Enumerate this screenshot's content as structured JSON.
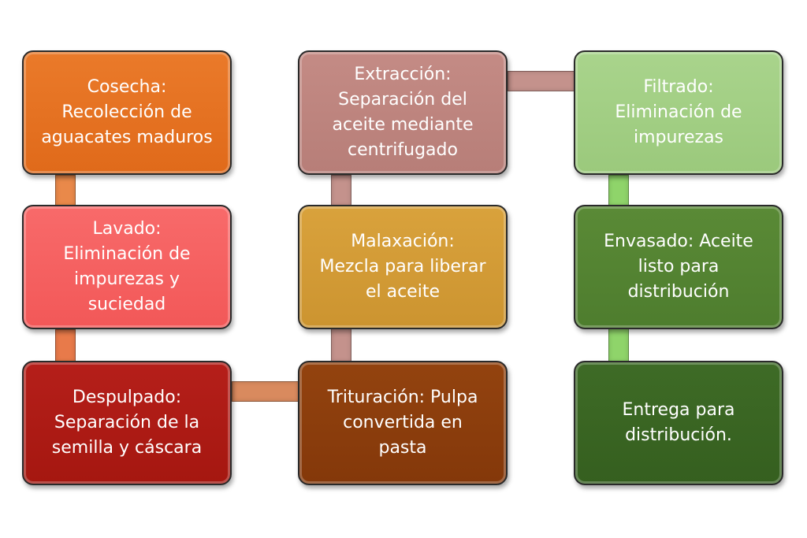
{
  "steps": [
    {
      "id": "cosecha",
      "text": "Cosecha:\nRecolección de\naguacates maduros",
      "color": "#ea7a2a",
      "color2": "#e06a1a"
    },
    {
      "id": "lavado",
      "text": "Lavado:\nEliminación de\nimpurezas y\nsuciedad",
      "color": "#f86a6a",
      "color2": "#f25858"
    },
    {
      "id": "despulpado",
      "text": "Despulpado:\nSeparación de la\nsemilla  y cáscara",
      "color": "#b51f1a",
      "color2": "#a51710"
    },
    {
      "id": "trituracion",
      "text": "Trituración: Pulpa\nconvertida en\npasta",
      "color": "#93430f",
      "color2": "#84380a"
    },
    {
      "id": "malaxacion",
      "text": "Malaxación:\nMezcla para liberar\nel aceite",
      "color": "#d9a23c",
      "color2": "#cc9430"
    },
    {
      "id": "extraccion",
      "text": "Extracción:\nSeparación del\naceite mediante\ncentrifugado",
      "color": "#c48b85",
      "color2": "#b77e78"
    },
    {
      "id": "filtrado",
      "text": "Filtrado:\nEliminación de\nimpurezas",
      "color": "#a9d48c",
      "color2": "#9bc97c"
    },
    {
      "id": "envasado",
      "text": "Envasado: Aceite\nlisto para\ndistribución",
      "color": "#5a8a36",
      "color2": "#4e7d2e"
    },
    {
      "id": "entrega",
      "text": "Entrega para\ndistribución.",
      "color": "#3e6b26",
      "color2": "#355f1f"
    }
  ],
  "connector_colors": {
    "orange": "#e9894a",
    "red": "#e87a4a",
    "brown": "#d98a5e",
    "rose": "#c4928c",
    "green": "#8fd46a"
  }
}
